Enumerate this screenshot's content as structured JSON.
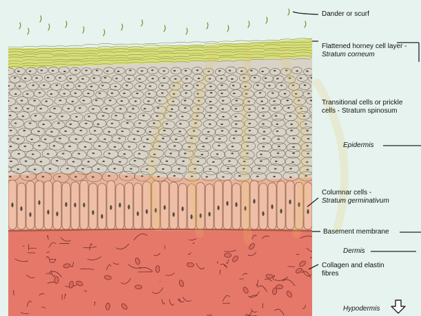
{
  "labels": {
    "dander": "Dander or scurf",
    "corneum_line1": "Flattened horney cell layer -",
    "corneum_line2": "Stratum corneum",
    "spinosum_line1": "Transitional cells or prickle",
    "spinosum_line2": "cells - Stratum spinosum",
    "epidermis": "Epidermis",
    "germ_line1": "Columnar cells -",
    "germ_line2": "Stratum germinativum",
    "basement": "Basement membrane",
    "dermis": "Dermis",
    "collagen_line1": "Collagen and elastin",
    "collagen_line2": "fibres",
    "hypodermis": "Hypodermis"
  },
  "colors": {
    "background": "#e6f3ee",
    "corneum": "#d7df7a",
    "spinosum": "#d9d3c7",
    "germinativum": "#e9b39a",
    "basement": "#a85a45",
    "dermis": "#e6786a",
    "cell_line": "#6b6458",
    "nucleus": "#4f4a42",
    "fibre": "#6a2c25",
    "leader_line": "#222222"
  },
  "icons": {
    "down_arrow": "hollow-down-arrow-icon"
  }
}
